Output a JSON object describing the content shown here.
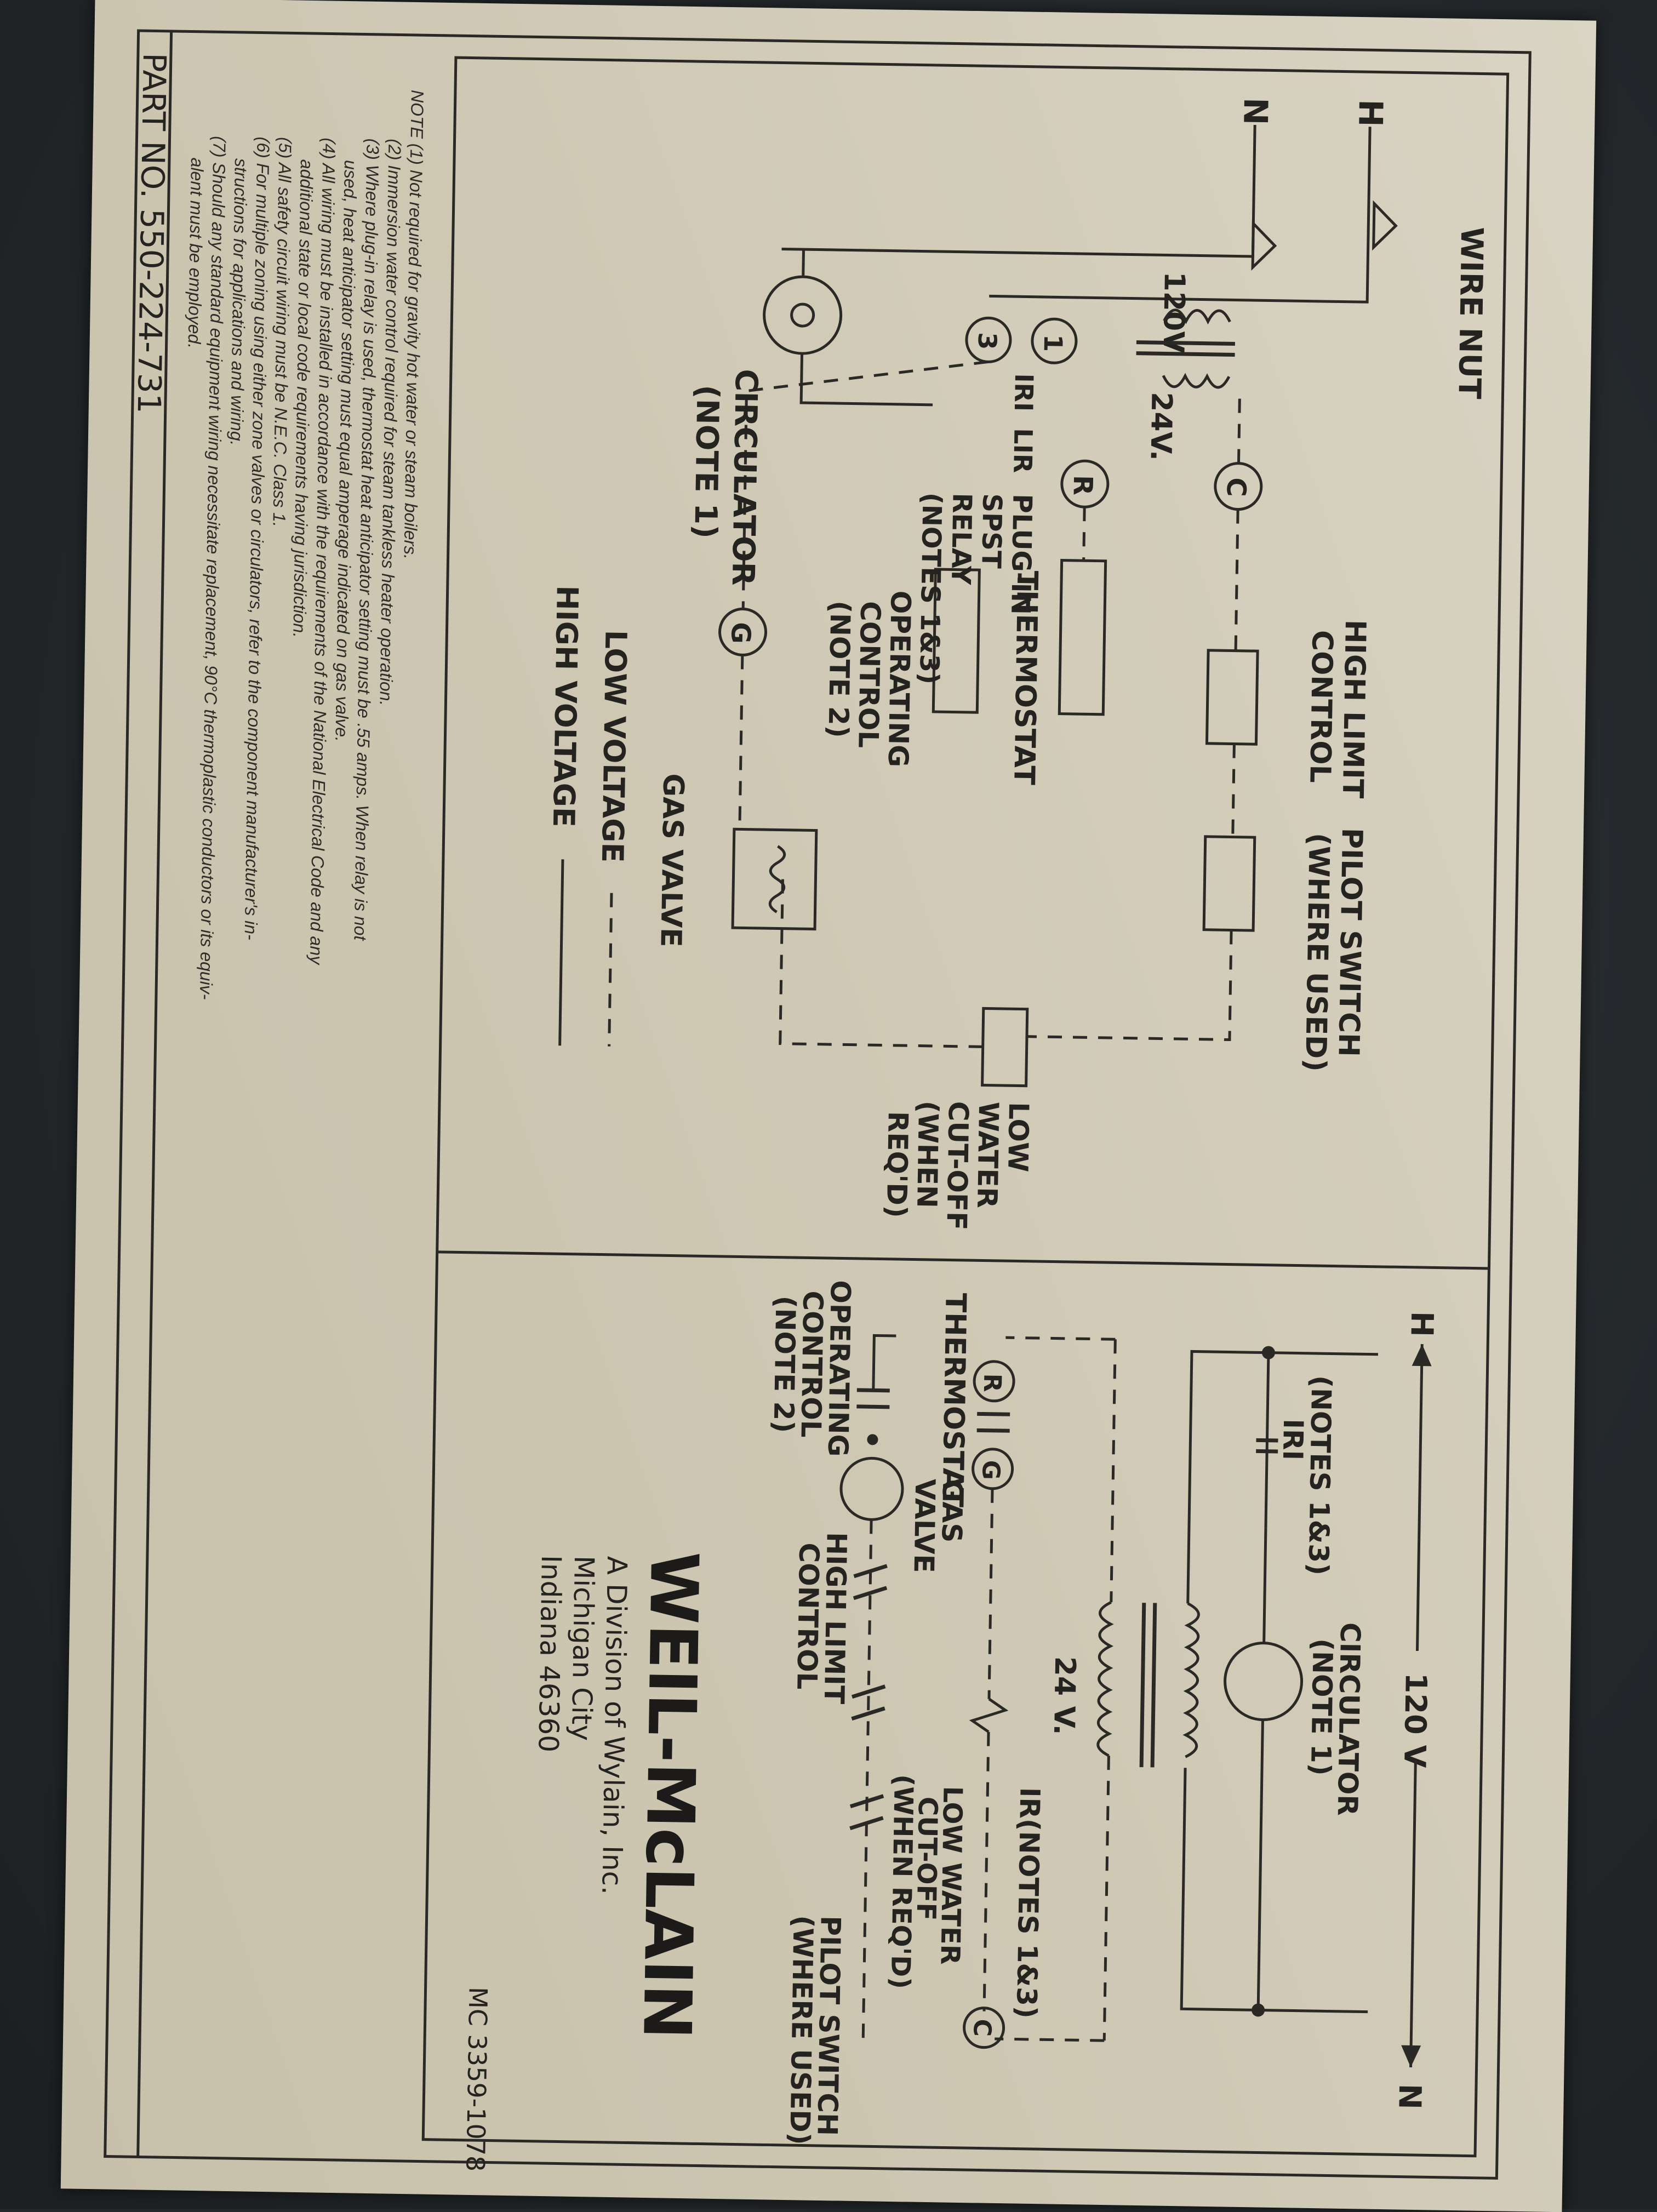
{
  "left_diagram": {
    "wire_nut": "WIRE NUT",
    "h": "H",
    "n": "N",
    "v120": "120V",
    "v24": "24V.",
    "terminal_c": "C",
    "terminal_r": "R",
    "terminal_g": "G",
    "terminal_1": "1",
    "terminal_3": "3",
    "iri": "IRI",
    "lir": "LIR",
    "relay_label": [
      "PLUG-IN",
      "SPST",
      "RELAY",
      "(NOTES 1&3)"
    ],
    "high_limit": [
      "HIGH LIMIT",
      "CONTROL"
    ],
    "pilot_switch": [
      "PILOT SWITCH",
      "(WHERE USED)"
    ],
    "thermostat": "THERMOSTAT",
    "operating": [
      "OPERATING",
      "CONTROL",
      "(NOTE 2)"
    ],
    "low_water": [
      "LOW",
      "WATER",
      "CUT-OFF",
      "(WHEN",
      "REQ'D)"
    ],
    "gas_valve": "GAS VALVE",
    "circulator": [
      "CIRCULATOR",
      "(NOTE 1)"
    ],
    "low_voltage": "LOW VOLTAGE",
    "high_voltage": "HIGH VOLTAGE"
  },
  "notes": [
    "NOTE  (1) Not required for gravity hot water or steam boilers.",
    "(2) Immersion water control required for steam tankless heater operation.",
    "(3) Where plug-in relay is used, thermostat heat anticipator setting must be .55 amps. When relay is not",
    "used, heat anticipator setting must equal amperage indicated on gas valve.",
    "(4) All wiring must be installed in accordance with the requirements of the National Electrical Code and any",
    "additional state or local code requirements having jurisdiction.",
    "(5) All safety circuit wiring must be N.E.C. Class 1.",
    "(6) For multiple zoning using either zone valves or circulators, refer to the component manufacturer's in-",
    "structions for applications and wiring.",
    "(7) Should any standard equipment wiring necessitate replacement, 90°C thermoplastic conductors or its equiv-",
    "alent must be employed."
  ],
  "part_no": "PART NO. 550-224-731",
  "right_diagram": {
    "h": "H",
    "n": "N",
    "v120": "120 V",
    "v24": "24 V.",
    "notes13": "(NOTES 1&3)",
    "iri": "IRI",
    "circulator": [
      "CIRCULATOR",
      "(NOTE 1)"
    ],
    "ir_notes": "IR(NOTES 1&3)",
    "terminal_r": "R",
    "terminal_g": "G",
    "terminal_c": "C",
    "thermostat": "THERMOSTAT",
    "gas_valve": [
      "GAS",
      "VALVE"
    ],
    "low_water": [
      "LOW WATER",
      "CUT-OFF",
      "(WHEN REQ'D)"
    ],
    "operating": [
      "OPERATING",
      "CONTROL",
      "(NOTE 2)"
    ],
    "high_limit": [
      "HIGH LIMIT",
      "CONTROL"
    ],
    "pilot_switch": [
      "PILOT SWITCH",
      "(WHERE USED)"
    ]
  },
  "brand": {
    "logo": "WEIL-McLAIN",
    "division": "A Division of Wylain, Inc.",
    "city": "Michigan City",
    "state": "Indiana 46360",
    "code": "MC 3359-1078"
  }
}
